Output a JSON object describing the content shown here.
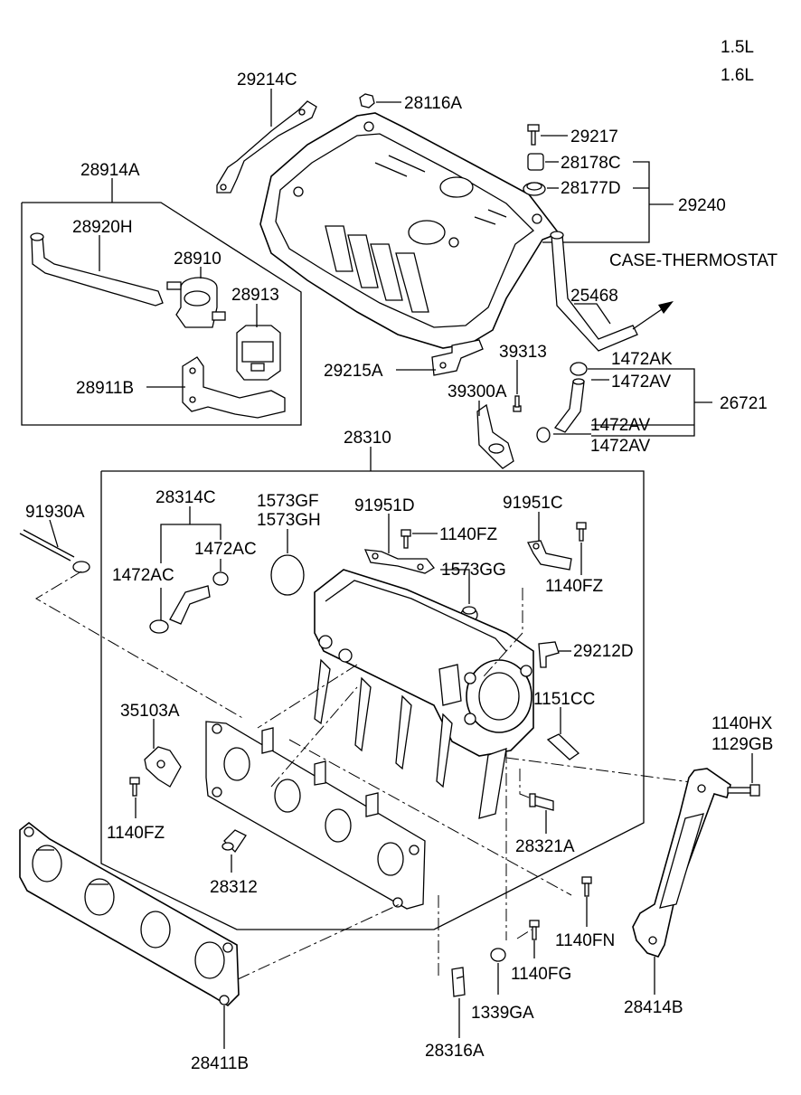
{
  "engine_variants": [
    "1.5L",
    "1.6L"
  ],
  "labels": {
    "l29214C": "29214C",
    "l28116A": "28116A",
    "l29217": "29217",
    "l28178C": "28178C",
    "l28177D": "28177D",
    "l29240": "29240",
    "case_thermostat": "CASE-THERMOSTAT",
    "l25468": "25468",
    "l28914A": "28914A",
    "l28920H": "28920H",
    "l28910": "28910",
    "l28913": "28913",
    "l28911B": "28911B",
    "l29215A": "29215A",
    "l39313": "39313",
    "l39300A": "39300A",
    "l1472AK": "1472AK",
    "l1472AV_1": "1472AV",
    "l26721": "26721",
    "l1472AV_2": "1472AV",
    "l1472AV_3": "1472AV",
    "l28310": "28310",
    "l91930A": "91930A",
    "l28314C": "28314C",
    "l1472AC_1": "1472AC",
    "l1472AC_2": "1472AC",
    "l1573GF": "1573GF",
    "l1573GH": "1573GH",
    "l91951D": "91951D",
    "l1140FZ_1": "1140FZ",
    "l91951C": "91951C",
    "l1573GG": "1573GG",
    "l1140FZ_2": "1140FZ",
    "l29212D": "29212D",
    "l1151CC": "1151CC",
    "l35103A": "35103A",
    "l1140HX": "1140HX",
    "l1129GB": "1129GB",
    "l1140FZ_3": "1140FZ",
    "l28321A": "28321A",
    "l28312": "28312",
    "l1140FN": "1140FN",
    "l1140FG": "1140FG",
    "l1339GA": "1339GA",
    "l28414B": "28414B",
    "l28316A": "28316A",
    "l28411B": "28411B"
  }
}
